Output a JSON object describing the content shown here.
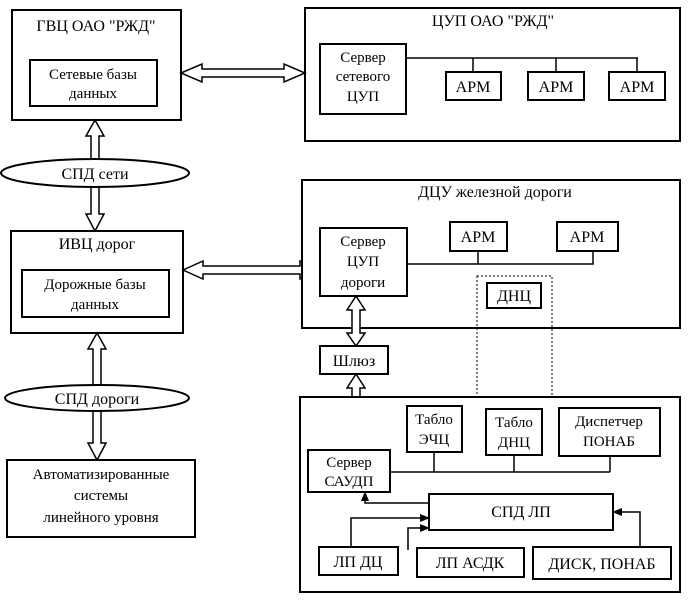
{
  "gvc": {
    "title": "ГВЦ ОАО \"РЖД\"",
    "db_line1": "Сетевые базы",
    "db_line2": "данных"
  },
  "cup": {
    "title": "ЦУП ОАО \"РЖД\"",
    "server_line1": "Сервер",
    "server_line2": "сетевого",
    "server_line3": "ЦУП",
    "arm1": "АРМ",
    "arm2": "АРМ",
    "arm3": "АРМ"
  },
  "spd_network": "СПД сети",
  "ivc": {
    "title": "ИВЦ дорог",
    "db_line1": "Дорожные базы",
    "db_line2": "данных"
  },
  "dcu": {
    "title": "ДЦУ железной дороги",
    "server_line1": "Сервер",
    "server_line2": "ЦУП",
    "server_line3": "дороги",
    "arm1": "АРМ",
    "arm2": "АРМ",
    "dnc": "ДНЦ"
  },
  "gateway": "Шлюз",
  "spd_road": "СПД дороги",
  "automated": {
    "line1": "Автоматизированные",
    "line2": "системы",
    "line3": "линейного уровня"
  },
  "lower": {
    "tablo_ech_line1": "Табло",
    "tablo_ech_line2": "ЭЧЦ",
    "tablo_dnc_line1": "Табло",
    "tablo_dnc_line2": "ДНЦ",
    "dispatcher_line1": "Диспетчер",
    "dispatcher_line2": "ПОНАБ",
    "server_line1": "Сервер",
    "server_line2": "САУДП",
    "spd_lp": "СПД ЛП",
    "lp_dc": "ЛП ДЦ",
    "lp_asdk": "ЛП АСДК",
    "disk_ponab": "ДИСК, ПОНАБ"
  }
}
